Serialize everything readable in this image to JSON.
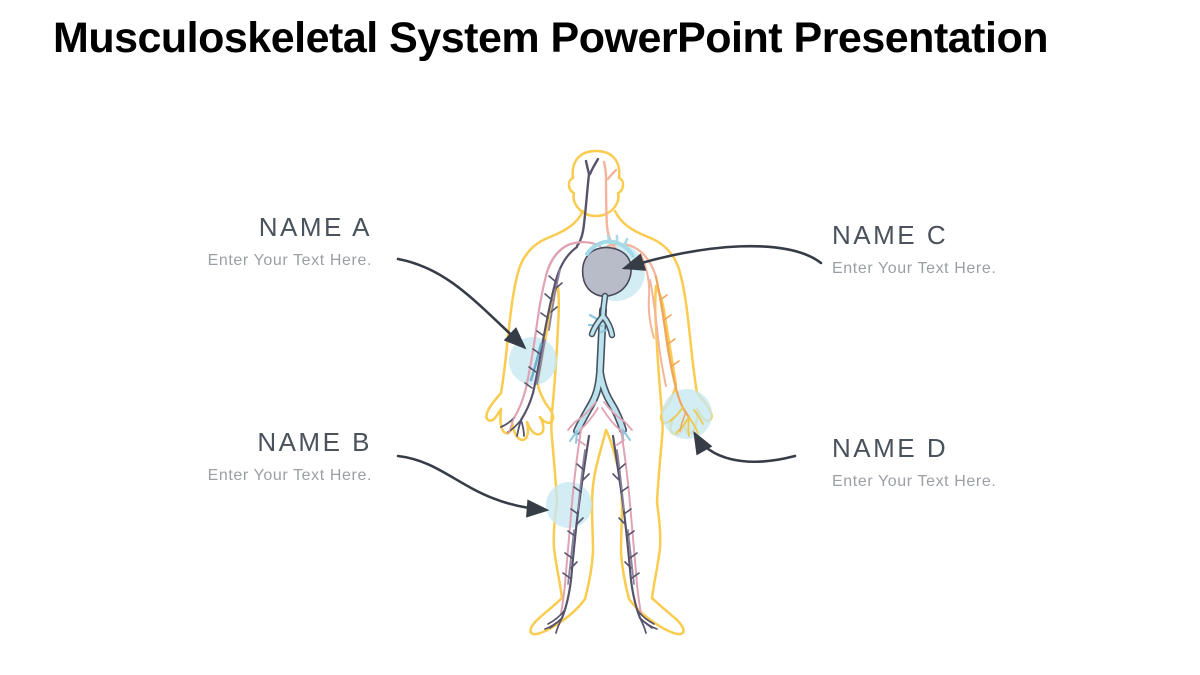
{
  "slide": {
    "title": "Musculoskeletal System PowerPoint Presentation"
  },
  "callouts": [
    {
      "name": "NAME A",
      "text": "Enter Your Text Here."
    },
    {
      "name": "NAME B",
      "text": "Enter Your Text Here."
    },
    {
      "name": "NAME C",
      "text": "Enter Your Text Here."
    },
    {
      "name": "NAME D",
      "text": "Enter Your Text Here."
    }
  ],
  "figure": {
    "description": "Human body outline with cardiovascular system; heart, left forearm, right hand and left knee circled"
  },
  "theme": {
    "background": "#ffffff",
    "title-color": "#000000",
    "label-color": "#4a525c",
    "subtext-color": "#9b9fa5",
    "arrow-color": "#363d47",
    "body-outline": "#f9cb4f",
    "artery-pink": "#dfa3b4",
    "artery-salmon": "#f4b49b",
    "vessel-orange": "#f0a45c",
    "vessel-yellow": "#eec94a",
    "vein-dark": "#56536b",
    "vein-purple": "#8c82a0",
    "vein-blue": "#bce2ee",
    "vein-blue-dark": "#47525f",
    "heart-gray": "#b7bcc8",
    "heart-blue": "#a5dbe9",
    "highlight-blue": "#c7e8f2"
  }
}
